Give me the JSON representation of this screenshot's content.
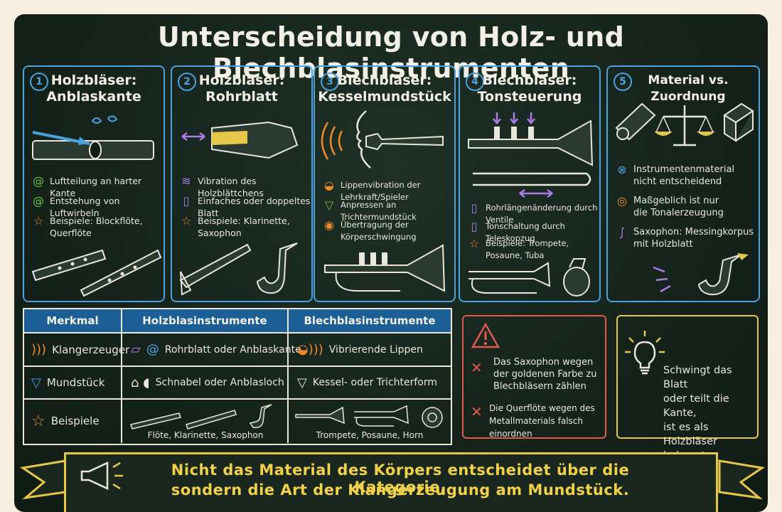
{
  "title": "Unterscheidung von Holz- und Blechblasinstrumenten",
  "panels": [
    {
      "num": "1",
      "title1": "Holzbläser:",
      "title2": "Anblaskante",
      "bullets": [
        "Luftteilung an harter Kante",
        "Entstehung von Luftwirbeln",
        "Beispiele: Blockflöte, Querflöte"
      ]
    },
    {
      "num": "2",
      "title1": "Holzbläser:",
      "title2": "Rohrblatt",
      "bullets": [
        "Vibration des Holzblättchens",
        "Einfaches oder doppeltes Blatt",
        "Beispiele: Klarinette, Saxophon"
      ]
    },
    {
      "num": "3",
      "title1": "Blechbläser:",
      "title2": "Kesselmundstück",
      "bullets": [
        "Lippenvibration der Lehrkraft/Spieler",
        "Anpressen an Trichtermundstück",
        "Übertragung der Körperschwingung"
      ]
    },
    {
      "num": "4",
      "title1": "Blechbläser:",
      "title2": "Tonsteuerung",
      "bullets": [
        "Rohrlängenänderung durch Ventile",
        "Tonschaltung durch Teleskopzug",
        "Beispiele: Trompete, Posaune, Tuba"
      ]
    },
    {
      "num": "5",
      "title1": "Material vs. Zuordnung",
      "title2": "",
      "bullets": [
        "Instrumentenmaterial",
        "nicht entscheidend",
        "Maßgeblich ist nur",
        "die Tonalerzeugung",
        "Saxophon: Messingkorpus",
        "mit Holzblatt"
      ]
    }
  ],
  "table": {
    "headers": [
      "Merkmal",
      "Holzblasinstrumente",
      "Blechblasinstrumente"
    ],
    "rows": [
      {
        "label": "Klangerzeuger",
        "wood": "Rohrblatt oder Anblaskante",
        "brass": "Vibrierende Lippen"
      },
      {
        "label": "Mundstück",
        "wood": "Schnabel oder Anblasloch",
        "brass": "Kessel- oder Trichterform"
      },
      {
        "label": "Beispiele",
        "wood": "Flöte, Klarinette, Saxophon",
        "brass": "Trompete, Posaune, Horn"
      }
    ]
  },
  "warning": {
    "items": [
      {
        "l1": "Das Saxophon wegen",
        "l2": "der goldenen Farbe zu",
        "l3": "Blechbläsern zählen"
      },
      {
        "l1": "Die Querflöte wegen des",
        "l2": "Metallmaterials falsch einordnen",
        "l3": ""
      }
    ]
  },
  "tip": {
    "l1": "Schwingt das Blatt",
    "l2": "oder teilt die Kante,",
    "l3": "ist es als Holzbläser",
    "l4": "bekannte."
  },
  "banner": {
    "line1": "Nicht das Material des Körpers entscheidet über die Kategorie,",
    "line2": "sondern die Art der Klangerzeugung am Mundstück."
  },
  "colors": {
    "board": "#16241c",
    "panel_border": "#4aa3df",
    "warning": "#e05a4f",
    "tip": "#e5c74a",
    "header": "#1c5f96"
  },
  "icons": [
    "swirl-icon",
    "star-icon",
    "wave-icon",
    "reed-icon",
    "lips-icon",
    "funnel-icon",
    "sound-icon",
    "valve-icon",
    "link-icon",
    "target-icon",
    "warning-icon",
    "cross-icon",
    "lightbulb-icon",
    "megaphone-icon"
  ]
}
